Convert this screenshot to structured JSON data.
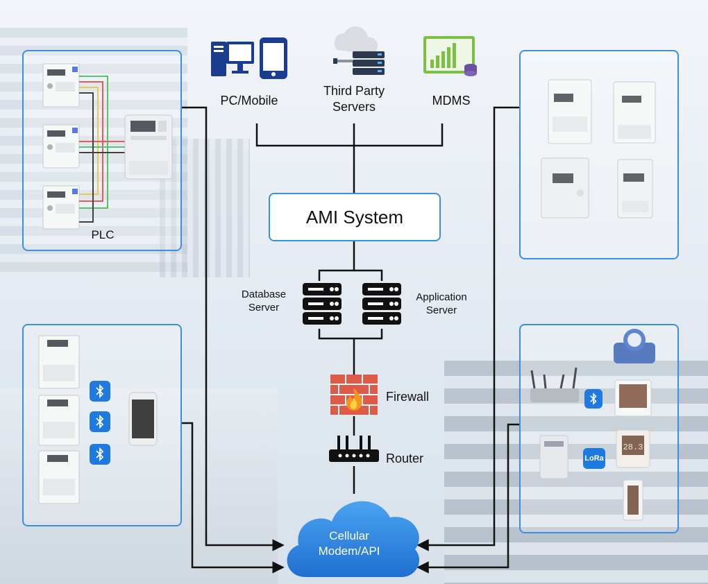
{
  "nodes": {
    "pc_mobile": "PC/Mobile",
    "third_party": [
      "Third Party",
      "Servers"
    ],
    "mdms": "MDMS",
    "ami_system": "AMI System",
    "database_server": [
      "Database",
      "Server"
    ],
    "application_server": [
      "Application",
      "Server"
    ],
    "firewall": "Firewall",
    "router": "Router",
    "cloud": [
      "Cellular",
      "Modem/API"
    ],
    "plc": "PLC",
    "lora": "LoRa"
  },
  "colors": {
    "accent": "#3a8ee6",
    "badge": "#1f7ae0",
    "cloud": "#2f86e0",
    "firewall": "#e05a4a",
    "wire_green": "#2db34a",
    "wire_red": "#e03030",
    "wire_yellow": "#e0c020"
  }
}
